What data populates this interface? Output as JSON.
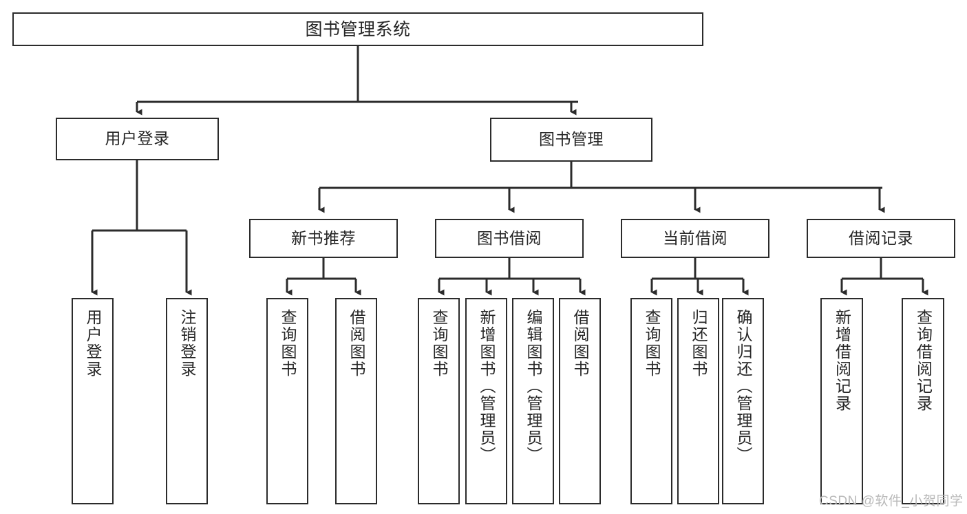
{
  "diagram": {
    "title": "图书管理系统",
    "type": "hierarchy-tree",
    "watermark": "CSDN @软件_小贺同学",
    "colors": {
      "border": "#2b2b2b",
      "text": "#262626",
      "background": "#ffffff",
      "watermark": "#b9b9b9"
    },
    "nodes": {
      "root": {
        "label": "图书管理系统"
      },
      "level2": [
        {
          "id": "user-login",
          "label": "用户登录"
        },
        {
          "id": "book-manage",
          "label": "图书管理"
        }
      ],
      "level3": [
        {
          "id": "new-book-recommend",
          "label": "新书推荐"
        },
        {
          "id": "book-borrow",
          "label": "图书借阅"
        },
        {
          "id": "current-borrow",
          "label": "当前借阅"
        },
        {
          "id": "borrow-record",
          "label": "借阅记录"
        }
      ],
      "leaves": {
        "user_login": [
          {
            "id": "leaf-user-login",
            "label": "用户登录"
          },
          {
            "id": "leaf-logout-login",
            "label": "注销登录"
          }
        ],
        "new_book_recommend": [
          {
            "id": "leaf-query-book-1",
            "label": "查询图书"
          },
          {
            "id": "leaf-borrow-book-1",
            "label": "借阅图书"
          }
        ],
        "book_borrow": [
          {
            "id": "leaf-query-book-2",
            "label": "查询图书"
          },
          {
            "id": "leaf-add-book",
            "label": "新增图书（管理员）"
          },
          {
            "id": "leaf-edit-book",
            "label": "编辑图书（管理员）"
          },
          {
            "id": "leaf-borrow-book-2",
            "label": "借阅图书"
          }
        ],
        "current_borrow": [
          {
            "id": "leaf-query-book-3",
            "label": "查询图书"
          },
          {
            "id": "leaf-return-book",
            "label": "归还图书"
          },
          {
            "id": "leaf-confirm-return",
            "label": "确认归还（管理员）"
          }
        ],
        "borrow_record": [
          {
            "id": "leaf-add-record",
            "label": "新增借阅记录"
          },
          {
            "id": "leaf-query-record",
            "label": "查询借阅记录"
          }
        ]
      }
    }
  }
}
